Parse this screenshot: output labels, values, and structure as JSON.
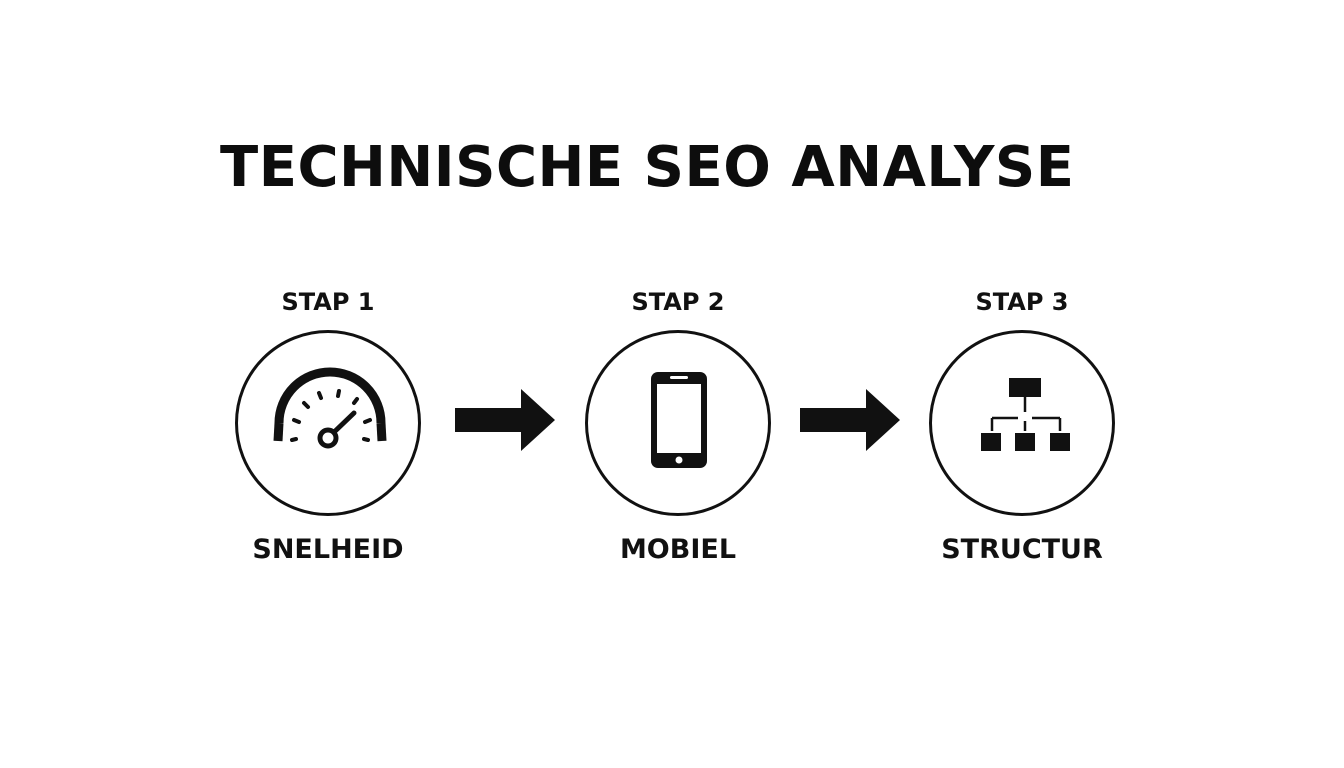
{
  "title": "TECHNISCHE SEO ANALYSE",
  "steps": [
    {
      "label": "STAP 1",
      "caption": "SNELHEID",
      "icon": "speedometer-icon"
    },
    {
      "label": "STAP 2",
      "caption": "MOBIEL",
      "icon": "smartphone-icon"
    },
    {
      "label": "STAP 3",
      "caption": "STRUCTUR",
      "icon": "sitemap-icon"
    }
  ],
  "colors": {
    "ink": "#111111",
    "background": "#ffffff"
  }
}
